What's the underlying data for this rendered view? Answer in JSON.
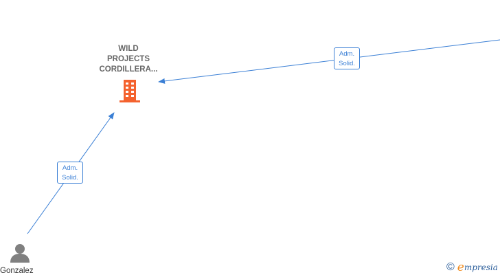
{
  "company": {
    "name_lines": [
      "WILD",
      "PROJECTS",
      "CORDILLERA..."
    ],
    "icon": "building-icon",
    "icon_color": "#f4622e"
  },
  "person": {
    "name": "Gonzalez",
    "icon": "person-icon",
    "icon_color": "#808080"
  },
  "relations": [
    {
      "from": "Gonzalez",
      "to": "WILD PROJECTS CORDILLERA...",
      "label_lines": [
        "Adm.",
        "Solid."
      ]
    },
    {
      "from": "off-screen",
      "to": "WILD PROJECTS CORDILLERA...",
      "label_lines": [
        "Adm.",
        "Solid."
      ]
    }
  ],
  "edge_color": "#3a7fd5",
  "brand": {
    "copyright_symbol": "©",
    "initial": "e",
    "rest": "mpresia",
    "initial_color": "#f08a1c",
    "text_color": "#2a5d9a"
  }
}
